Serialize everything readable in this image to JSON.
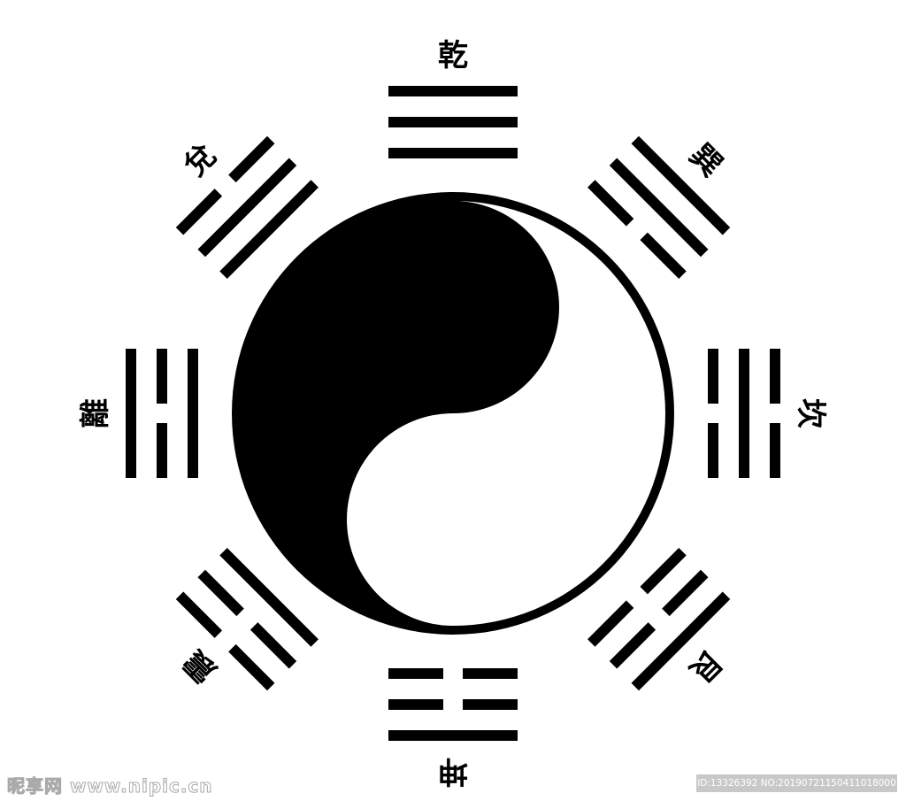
{
  "diagram": {
    "colors": {
      "ink": "#000000",
      "paper": "#ffffff"
    },
    "trigrams": [
      {
        "name": "乾",
        "angle_deg": 0,
        "lines_inner_to_outer": [
          1,
          1,
          1
        ]
      },
      {
        "name": "巽",
        "angle_deg": 45,
        "lines_inner_to_outer": [
          0,
          1,
          1
        ]
      },
      {
        "name": "坎",
        "angle_deg": 90,
        "lines_inner_to_outer": [
          0,
          1,
          0
        ]
      },
      {
        "name": "艮",
        "angle_deg": 135,
        "lines_inner_to_outer": [
          0,
          0,
          1
        ]
      },
      {
        "name": "坤",
        "angle_deg": 180,
        "lines_inner_to_outer": [
          0,
          0,
          1
        ]
      },
      {
        "name": "震",
        "angle_deg": 225,
        "lines_inner_to_outer": [
          1,
          0,
          0
        ]
      },
      {
        "name": "離",
        "angle_deg": 270,
        "lines_inner_to_outer": [
          1,
          0,
          1
        ]
      },
      {
        "name": "兌",
        "angle_deg": 315,
        "lines_inner_to_outer": [
          1,
          1,
          0
        ]
      }
    ]
  },
  "watermark": {
    "text": "昵享网 www.nipic.cn",
    "id_text": "ID:13326392 NO:20190721150411018000"
  }
}
